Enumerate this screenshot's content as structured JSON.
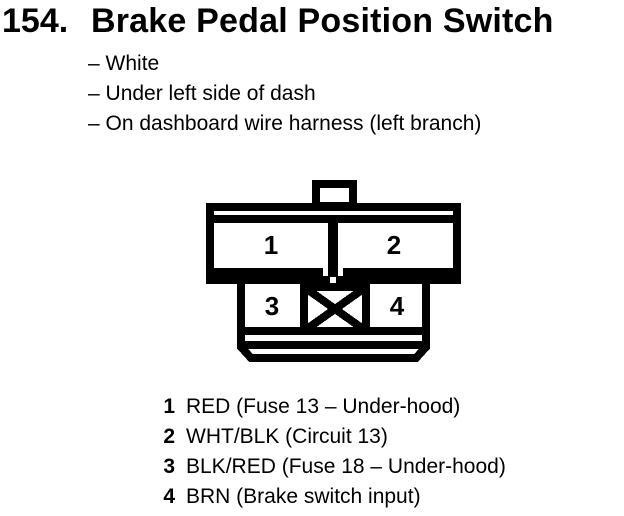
{
  "page": {
    "background": "#ffffff",
    "ink": "#000000"
  },
  "header": {
    "item_number": "154.",
    "title": "Brake Pedal Position Switch"
  },
  "details": [
    {
      "bullet": "–",
      "text": "White"
    },
    {
      "bullet": "–",
      "text": "Under left side of dash"
    },
    {
      "bullet": "–",
      "text": "On dashboard wire harness (left branch)"
    }
  ],
  "connector": {
    "type": "4-cavity connector, front view, keyed cavity crossed out",
    "pins": [
      "1",
      "2",
      "3",
      "4"
    ]
  },
  "legend": {
    "entries": [
      {
        "pin": "1",
        "desc": "RED (Fuse 13 – Under-hood)"
      },
      {
        "pin": "2",
        "desc": "WHT/BLK (Circuit 13)"
      },
      {
        "pin": "3",
        "desc": "BLK/RED (Fuse 18 – Under-hood)"
      },
      {
        "pin": "4",
        "desc": "BRN (Brake switch input)"
      }
    ]
  }
}
